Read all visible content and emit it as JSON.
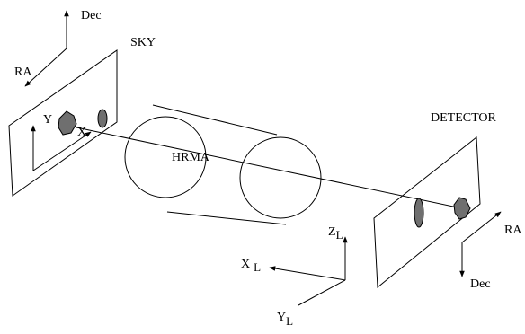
{
  "labels": {
    "sky": "SKY",
    "detector": "DETECTOR",
    "hrma": "HRMA",
    "sky_dec": "Dec",
    "sky_ra": "RA",
    "sky_y": "Y",
    "sky_x": "X",
    "det_ra": "RA",
    "det_dec": "Dec",
    "axis_z": "Z",
    "axis_z_sub": "L",
    "axis_x": "X",
    "axis_x_sub": "L",
    "axis_y": "Y",
    "axis_y_sub": "L"
  }
}
